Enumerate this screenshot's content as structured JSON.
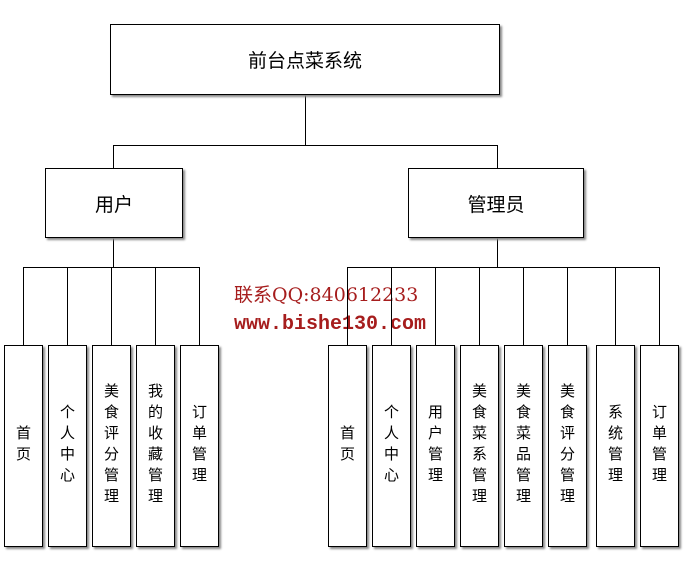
{
  "root": "前台点菜系统",
  "user": {
    "label": "用户",
    "children": [
      "首页",
      "个人中心",
      "美食评分管理",
      "我的收藏管理",
      "订单管理"
    ]
  },
  "admin": {
    "label": "管理员",
    "children": [
      "首页",
      "个人中心",
      "用户管理",
      "美食菜系管理",
      "美食菜品管理",
      "美食评分管理",
      "系统管理",
      "订单管理"
    ]
  },
  "watermark": {
    "line1": "联系QQ:840612233",
    "line2": "www.bishe130.com"
  }
}
